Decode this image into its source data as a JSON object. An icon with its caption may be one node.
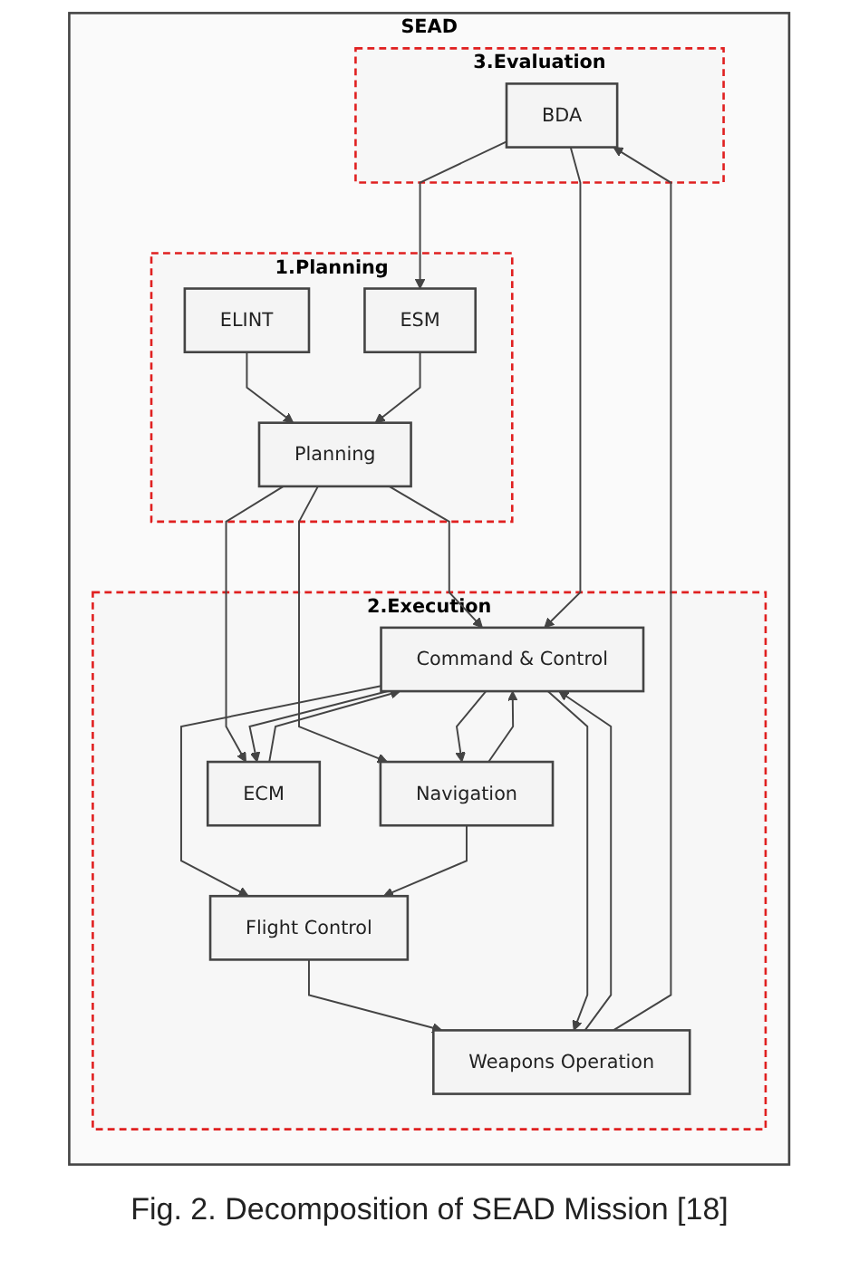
{
  "diagram": {
    "caption": "Fig. 2. Decomposition of SEAD Mission [18]",
    "nodes": [
      {
        "text": [
          "SEAD"
        ]
      },
      {
        "text": [
          "1.Planning"
        ],
        "in": 0
      },
      {
        "text": [
          "ELINT"
        ],
        "in": 1
      },
      {
        "text": [
          "ESM"
        ],
        "in": 1
      },
      {
        "text": [
          "Planning"
        ],
        "in": 1
      },
      {
        "text": [
          "2.Execution"
        ],
        "in": 0
      },
      {
        "text": [
          "Navigation"
        ],
        "in": 5
      },
      {
        "text": [
          "ECM"
        ],
        "in": 5
      },
      {
        "text": [
          "Command & Control"
        ],
        "in": 5
      },
      {
        "text": [
          "Flight Control"
        ],
        "in": 5
      },
      {
        "text": [
          "Weapons Operation"
        ],
        "in": 5
      },
      {
        "text": [
          "3.Evaluation"
        ],
        "in": 0
      },
      {
        "text": [
          "BDA"
        ],
        "in": 11
      }
    ],
    "edges": [
      {
        "from": 2,
        "to": 4,
        "arrow": "to"
      },
      {
        "from": 3,
        "to": 4,
        "arrow": "to"
      },
      {
        "from": 4,
        "to": 6,
        "arrow": "to"
      },
      {
        "from": 4,
        "to": 8,
        "arrow": "to"
      },
      {
        "from": 4,
        "to": 7,
        "arrow": "to"
      },
      {
        "from": 6,
        "to": 8,
        "arrow": "to"
      },
      {
        "from": 7,
        "to": 8,
        "arrow": "to"
      },
      {
        "from": 8,
        "to": 6,
        "arrow": "to"
      },
      {
        "from": 8,
        "to": 9,
        "arrow": "to"
      },
      {
        "from": 8,
        "to": 7,
        "arrow": "to"
      },
      {
        "from": 6,
        "to": 9,
        "arrow": "to"
      },
      {
        "from": 9,
        "to": 10,
        "arrow": "to"
      },
      {
        "from": 8,
        "to": 10,
        "arrow": "to"
      },
      {
        "from": 10,
        "to": 8,
        "arrow": "to"
      },
      {
        "from": 10,
        "to": 12,
        "arrow": "to"
      },
      {
        "from": 12,
        "to": 8,
        "arrow": "to"
      },
      {
        "from": 12,
        "to": 3,
        "arrow": "to"
      }
    ]
  }
}
